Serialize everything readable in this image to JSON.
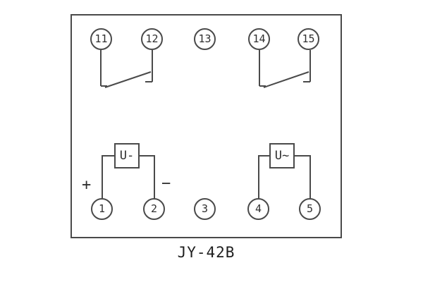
{
  "title": "JY-42B",
  "panel": {
    "top_terminals": [
      "11",
      "12",
      "13",
      "14",
      "15"
    ],
    "bottom_terminals": [
      "1",
      "2",
      "3",
      "4",
      "5"
    ],
    "dc_element": {
      "label": "U-",
      "polarity_plus": "+",
      "polarity_minus": "−"
    },
    "ac_element": {
      "label": "U~"
    }
  },
  "colors": {
    "line": "#4a4a4a",
    "text": "#2f2f2f",
    "background": "#ffffff"
  }
}
